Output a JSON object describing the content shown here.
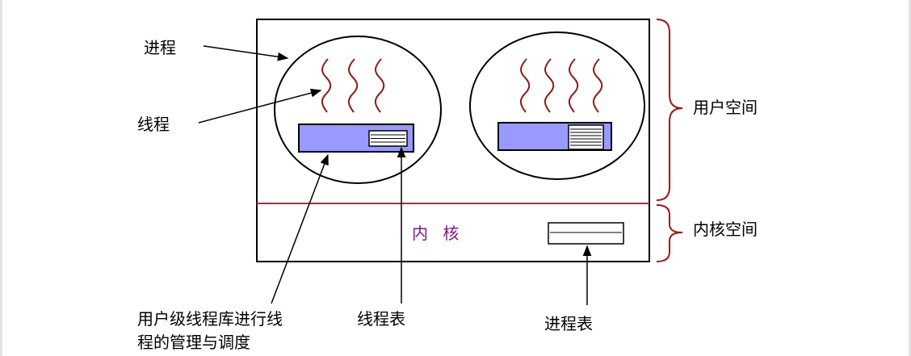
{
  "labels": {
    "process": "进程",
    "thread": "线程",
    "user_space": "用户空间",
    "kernel_space": "内核空间",
    "kernel": "内 核",
    "user_lib_line1": "用户级线程库进行线",
    "user_lib_line2": "程的管理与调度",
    "thread_table": "线程表",
    "process_table": "进程表"
  },
  "colors": {
    "outline": "#000000",
    "thread_wave": "#8b1a1a",
    "runtime_fill": "#9999ff",
    "divider": "#cc2222",
    "brace": "#a01818",
    "kernel_text": "#7a1a7a"
  },
  "icons": [
    "thread-wave-icon",
    "table-icon",
    "brace-icon",
    "arrow-icon"
  ]
}
